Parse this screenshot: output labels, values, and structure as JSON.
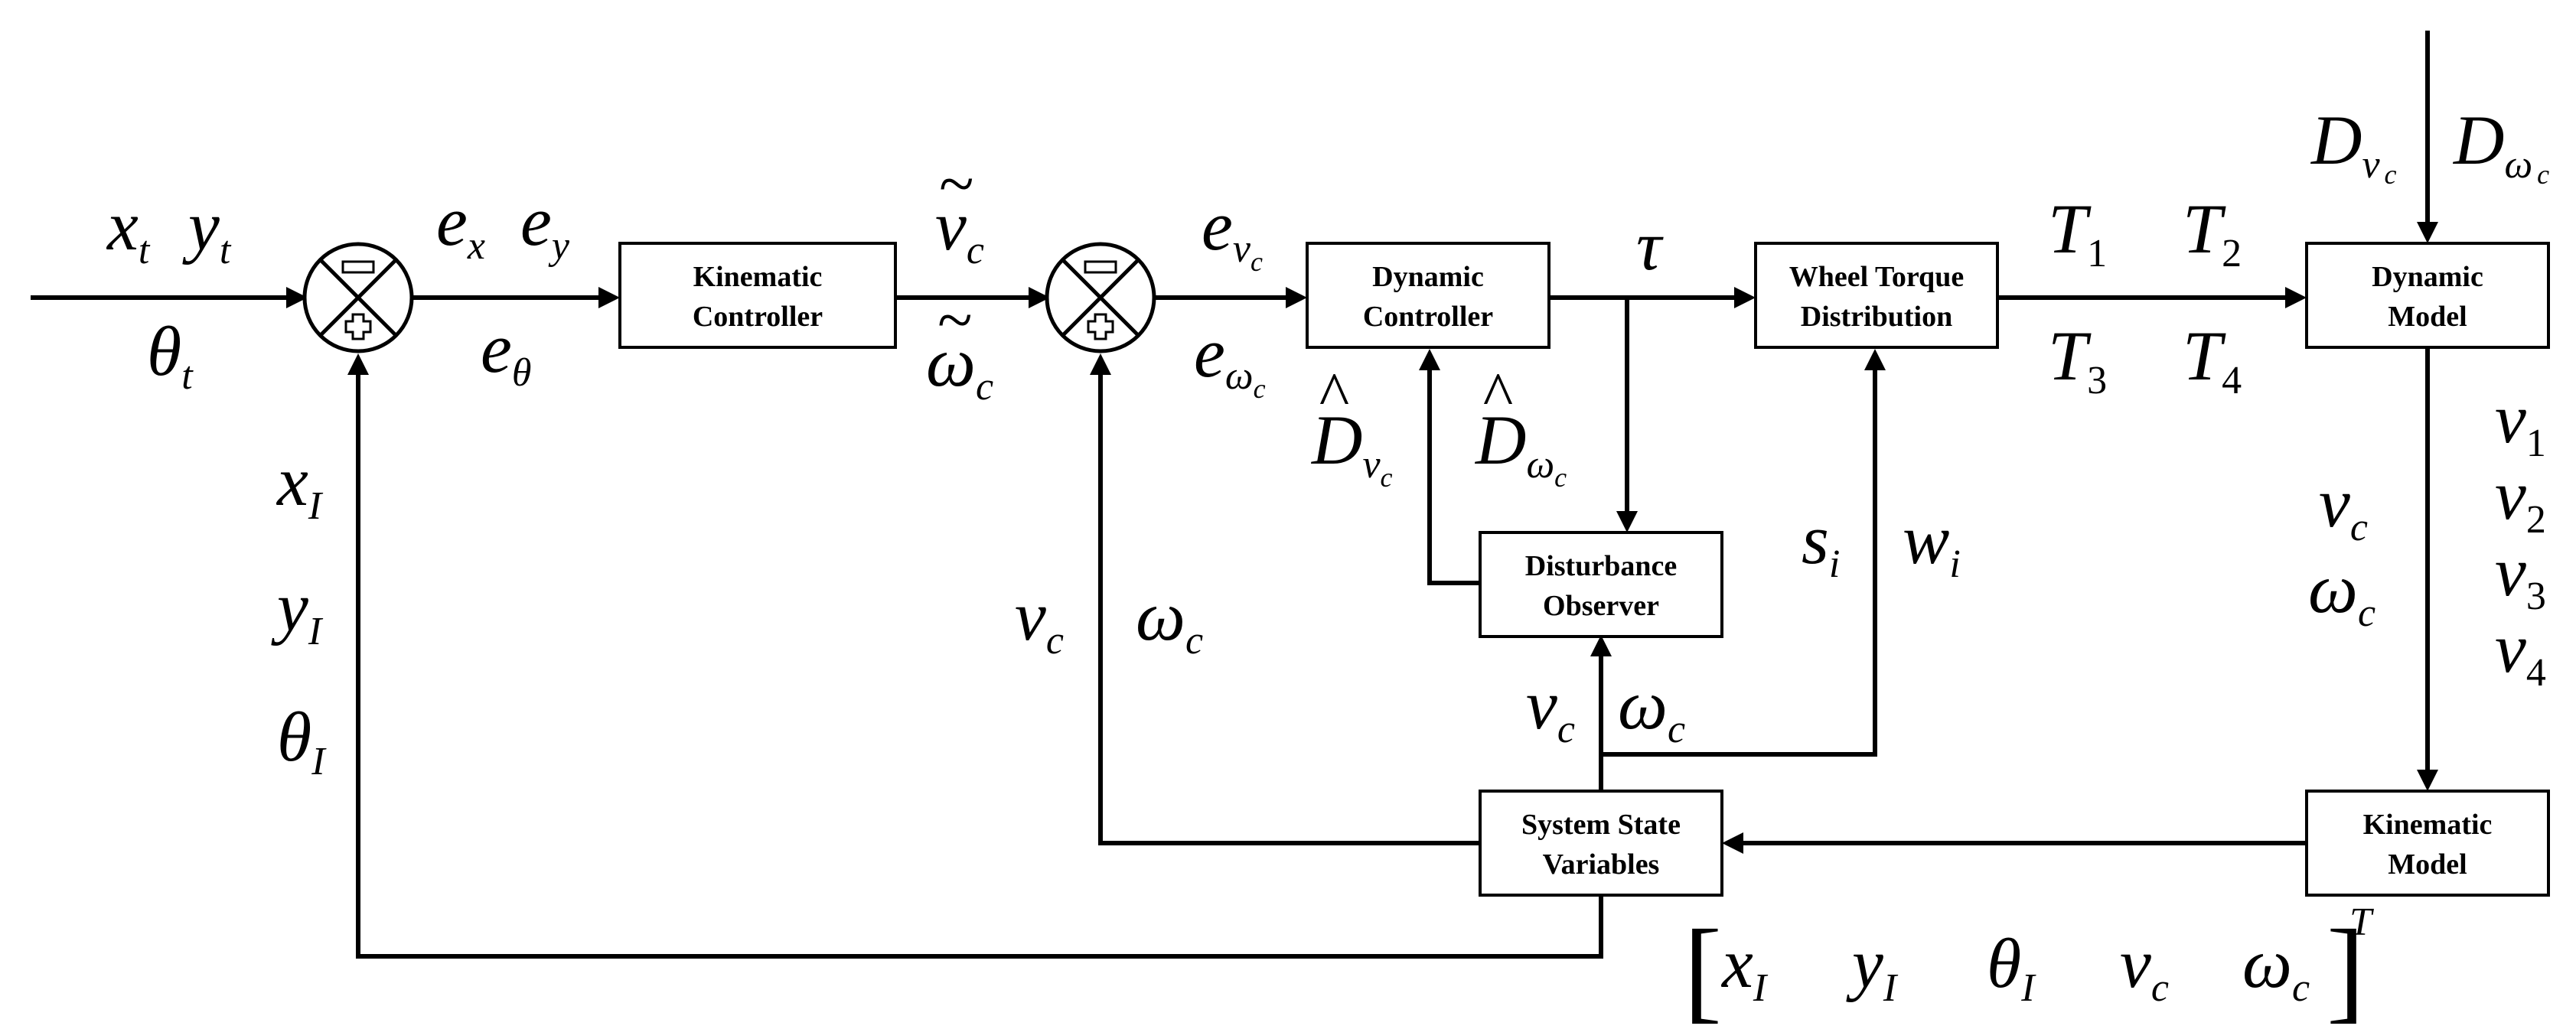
{
  "blocks": {
    "kinematic_controller": [
      "Kinematic",
      "Controller"
    ],
    "dynamic_controller": [
      "Dynamic",
      "Controller"
    ],
    "wheel_torque_distribution": [
      "Wheel Torque",
      "Distribution"
    ],
    "dynamic_model": [
      "Dynamic",
      "Model"
    ],
    "disturbance_observer": [
      "Disturbance",
      "Observer"
    ],
    "system_state_variables": [
      "System State",
      "Variables"
    ],
    "kinematic_model": [
      "Kinematic",
      "Model"
    ]
  },
  "summing_junctions": {
    "signs": {
      "top": "−",
      "bottom": "+"
    }
  },
  "signals": {
    "x": "x",
    "y": "y",
    "theta": "θ",
    "e": "e",
    "v": "v",
    "omega": "ω",
    "tau": "τ",
    "T": "T",
    "D": "D",
    "s": "s",
    "w": "w",
    "sub_t": "t",
    "sub_I": "I",
    "sub_x": "x",
    "sub_y": "y",
    "sub_theta": "θ",
    "sub_c": "c",
    "sub_i": "i",
    "n1": "1",
    "n2": "2",
    "n3": "3",
    "n4": "4",
    "tilde": "~",
    "hat": "^",
    "transpose": "T",
    "bracket_open": "[",
    "bracket_close": "]"
  }
}
